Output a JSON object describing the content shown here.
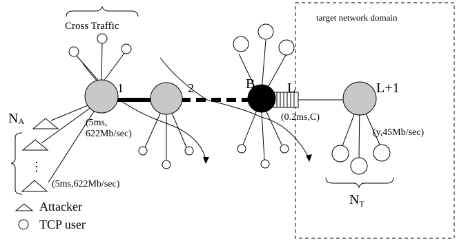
{
  "labels": {
    "cross_traffic": "Cross Traffic",
    "target_domain": "target network domain",
    "node_1": "1",
    "node_2": "2",
    "node_B": "B",
    "node_L": "L",
    "node_L1": "L+1",
    "link_1_delay": "(5ms,",
    "link_1_rate": "622Mb/sec)",
    "attacker_link": "(5ms,622Mb/sec)",
    "bottleneck_link": "(0.2ms,C)",
    "target_link": "(y,45Mb/sec)",
    "n_a_main": "N",
    "n_a_sub": "A",
    "n_t_main": "N",
    "n_t_sub": "T",
    "dots": "⋮"
  },
  "legend": {
    "attacker": "Attacker",
    "tcp_user": "TCP user"
  },
  "colors": {
    "router_fill": "#c8c8c8",
    "bottleneck_fill": "#000000",
    "line": "#000000"
  }
}
